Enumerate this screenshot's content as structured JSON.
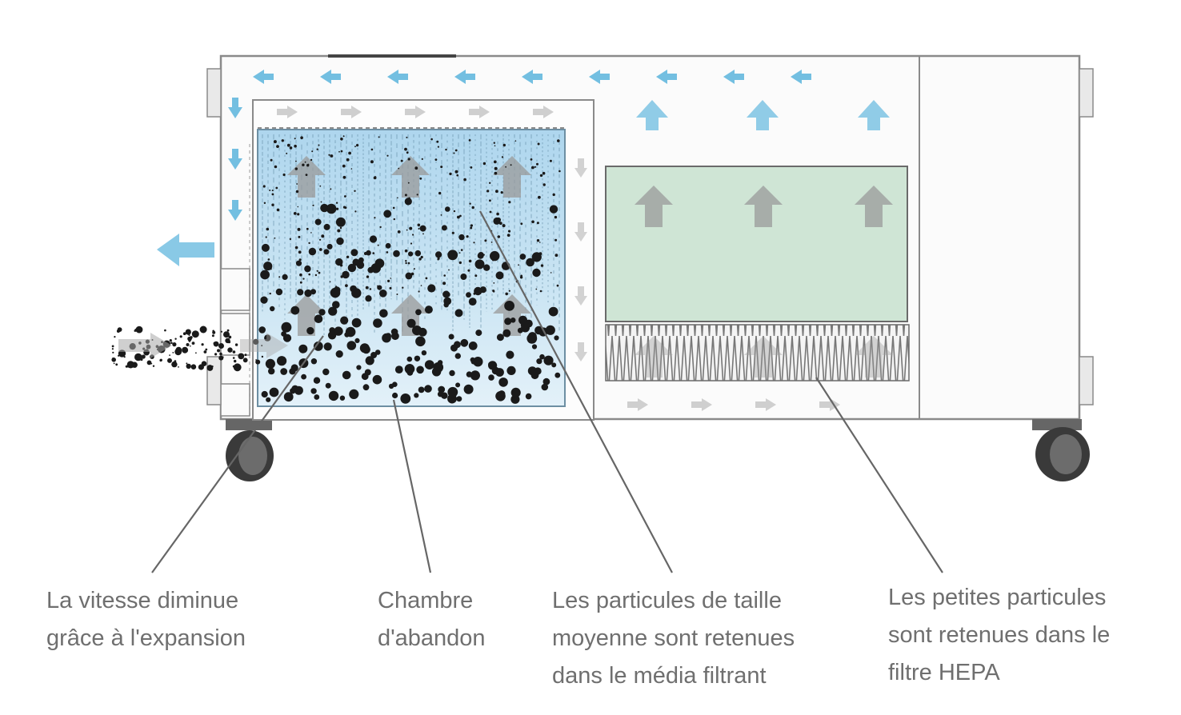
{
  "colors": {
    "frame": "#8a8a8a",
    "airflow_arrow": "#5ab4dc",
    "internal_arrow": "#bdbdbd",
    "chamber_top": "#b9dcef",
    "chamber_bottom": "#dcedf7",
    "hepa_panel": "#cfe5d5",
    "particle": "#1a1a1a",
    "label_text": "#6f6f6f",
    "leader_line": "#666666"
  },
  "labels": {
    "expansion": [
      "La vitesse diminue",
      "grâce à l'expansion"
    ],
    "chamber": [
      "Chambre",
      "d'abandon"
    ],
    "medium_particles": [
      "Les particules de taille",
      "moyenne sont retenues",
      "dans le média filtrant"
    ],
    "small_particles": [
      "Les petites particules",
      "sont retenues dans le",
      "filtre HEPA"
    ]
  }
}
